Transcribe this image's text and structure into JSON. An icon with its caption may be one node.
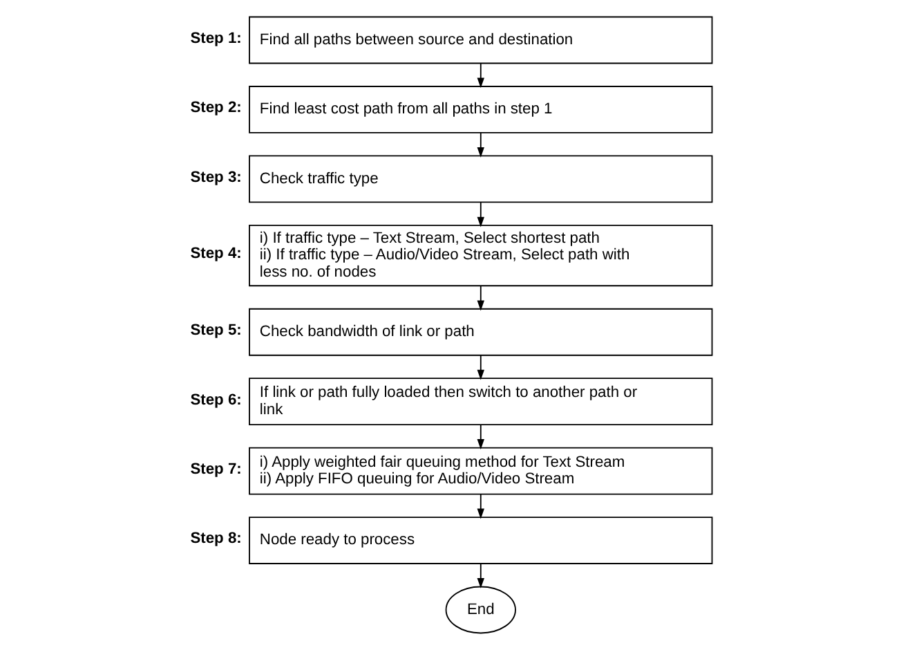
{
  "diagram": {
    "nodes": [
      {
        "text": [
          "Find all paths between source and destination"
        ],
        "beside": [
          "Step 1:"
        ]
      },
      {
        "text": [
          "Find least cost path from all paths in step 1"
        ],
        "beside": [
          "Step 2:"
        ]
      },
      {
        "text": [
          "Check traffic type"
        ],
        "beside": [
          "Step 3:"
        ]
      },
      {
        "text": [
          "i) If traffic type – Text Stream, Select shortest path",
          "ii) If traffic type – Audio/Video Stream, Select path with less no. of nodes"
        ],
        "beside": [
          "Step 4:"
        ]
      },
      {
        "text": [
          "Check bandwidth of link or path"
        ],
        "beside": [
          "Step 5:"
        ]
      },
      {
        "text": [
          "If link or path fully loaded then switch to another path or link"
        ],
        "beside": [
          "Step 6:"
        ]
      },
      {
        "text": [
          "i) Apply weighted fair queuing method for Text Stream",
          "ii) Apply FIFO queuing for Audio/Video Stream"
        ],
        "beside": [
          "Step 7:"
        ]
      },
      {
        "text": [
          "Node ready to process"
        ],
        "beside": [
          "Step 8:"
        ]
      },
      {
        "text": [
          "End"
        ]
      }
    ],
    "edges": [
      {
        "from": 0,
        "to": 1,
        "arrow": "to"
      },
      {
        "from": 1,
        "to": 2,
        "arrow": "to"
      },
      {
        "from": 2,
        "to": 3,
        "arrow": "to"
      },
      {
        "from": 3,
        "to": 4,
        "arrow": "to"
      },
      {
        "from": 4,
        "to": 5,
        "arrow": "to"
      },
      {
        "from": 5,
        "to": 6,
        "arrow": "to"
      },
      {
        "from": 6,
        "to": 7,
        "arrow": "to"
      },
      {
        "from": 7,
        "to": 8,
        "arrow": "to"
      }
    ]
  }
}
